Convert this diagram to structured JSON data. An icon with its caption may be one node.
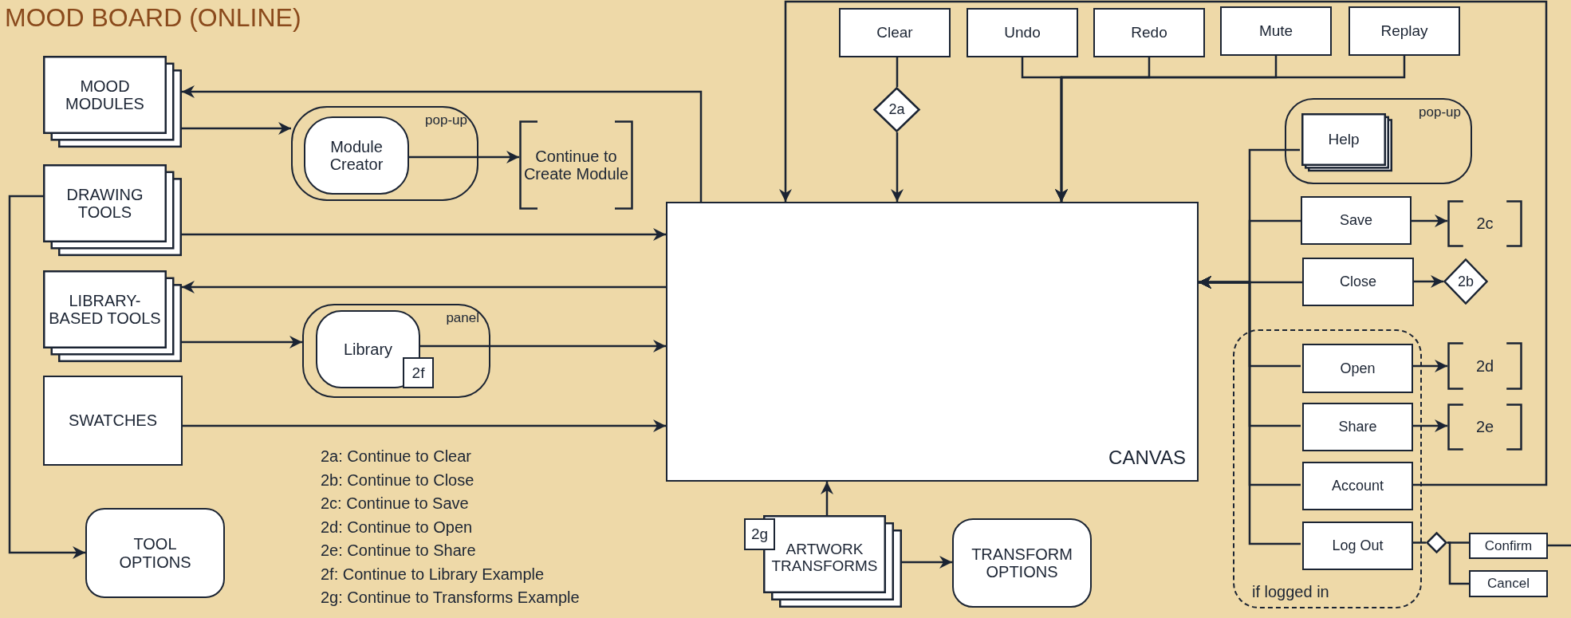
{
  "diagram": {
    "title": "MOOD BOARD (ONLINE)",
    "nodes": [
      {
        "text": [
          "MOOD MODULES"
        ]
      },
      {
        "text": [
          "DRAWING TOOLS"
        ]
      },
      {
        "text": [
          "LIBRARY-BASED TOOLS"
        ]
      },
      {
        "text": [
          "SWATCHES"
        ]
      },
      {
        "text": [
          "TOOL OPTIONS"
        ]
      },
      {
        "text": [
          "pop-up"
        ]
      },
      {
        "text": [
          "Module Creator"
        ],
        "in": 5
      },
      {
        "text": [
          "Continue to Create Module"
        ]
      },
      {
        "text": [
          "panel"
        ]
      },
      {
        "text": [
          "Library"
        ],
        "in": 8
      },
      {
        "text": [
          "2f"
        ],
        "in": 8
      },
      {
        "text": [
          "CANVAS"
        ]
      },
      {
        "text": [
          "Clear"
        ]
      },
      {
        "text": [
          "2a"
        ]
      },
      {
        "text": [
          "Undo"
        ]
      },
      {
        "text": [
          "Redo"
        ]
      },
      {
        "text": [
          "Mute"
        ]
      },
      {
        "text": [
          "Replay"
        ]
      },
      {
        "text": [
          "pop-up"
        ]
      },
      {
        "text": [
          "Help"
        ],
        "in": 18
      },
      {
        "text": [
          "Save"
        ]
      },
      {
        "text": [
          "2c"
        ]
      },
      {
        "text": [
          "Close"
        ]
      },
      {
        "text": [
          "2b"
        ]
      },
      {
        "text": [
          "if logged in"
        ]
      },
      {
        "text": [
          "Open"
        ],
        "in": 24
      },
      {
        "text": [
          "2d"
        ]
      },
      {
        "text": [
          "Share"
        ],
        "in": 24
      },
      {
        "text": [
          "2e"
        ]
      },
      {
        "text": [
          "Account"
        ],
        "in": 24
      },
      {
        "text": [
          "Log Out"
        ],
        "in": 24
      },
      {
        "text": [],
        "shape": "diamond"
      },
      {
        "text": [
          "Confirm"
        ]
      },
      {
        "text": [
          "Cancel"
        ]
      },
      {
        "text": [
          "ARTWORK TRANSFORMS"
        ]
      },
      {
        "text": [
          "2g"
        ]
      },
      {
        "text": [
          "TRANSFORM OPTIONS"
        ]
      }
    ],
    "edges": [
      {
        "from": 11,
        "to": 0,
        "arrow": "to"
      },
      {
        "from": 0,
        "to": 5,
        "arrow": "to"
      },
      {
        "from": 6,
        "to": 7,
        "arrow": "to"
      },
      {
        "from": 1,
        "to": 11,
        "arrow": "to"
      },
      {
        "from": 11,
        "to": 2,
        "arrow": "to"
      },
      {
        "from": 2,
        "to": 8,
        "arrow": "to"
      },
      {
        "from": 9,
        "to": 11,
        "arrow": "to"
      },
      {
        "from": 3,
        "to": 11,
        "arrow": "to"
      },
      {
        "from": 1,
        "to": 4,
        "arrow": "to"
      },
      {
        "from": 12,
        "to": 13,
        "arrow": "none"
      },
      {
        "from": 13,
        "to": 11,
        "arrow": "to"
      },
      {
        "from": 14,
        "to": 11,
        "arrow": "to"
      },
      {
        "from": 15,
        "to": 11,
        "arrow": "to"
      },
      {
        "from": 16,
        "to": 11,
        "arrow": "to"
      },
      {
        "from": 17,
        "to": 11,
        "arrow": "to"
      },
      {
        "from": 19,
        "to": 11,
        "arrow": "to"
      },
      {
        "from": 20,
        "to": 11,
        "arrow": "to"
      },
      {
        "from": 22,
        "to": 11,
        "arrow": "to"
      },
      {
        "from": 25,
        "to": 11,
        "arrow": "to"
      },
      {
        "from": 27,
        "to": 11,
        "arrow": "to"
      },
      {
        "from": 29,
        "to": 11,
        "arrow": "to"
      },
      {
        "from": 30,
        "to": 11,
        "arrow": "to"
      },
      {
        "from": 29,
        "to": 11,
        "arrow": "to"
      },
      {
        "from": 20,
        "to": 21,
        "arrow": "to"
      },
      {
        "from": 22,
        "to": 23,
        "arrow": "to"
      },
      {
        "from": 25,
        "to": 26,
        "arrow": "to"
      },
      {
        "from": 27,
        "to": 28,
        "arrow": "to"
      },
      {
        "from": 30,
        "to": 31,
        "arrow": "none"
      },
      {
        "from": 31,
        "to": 32,
        "arrow": "none"
      },
      {
        "from": 31,
        "to": 33,
        "arrow": "none"
      },
      {
        "from": 32,
        "to": null,
        "arrow": "none"
      },
      {
        "from": 34,
        "to": 11,
        "arrow": "to"
      },
      {
        "from": 34,
        "to": 36,
        "arrow": "to"
      }
    ],
    "labels": [
      "2a: Continue to Clear",
      "2b: Continue to Close",
      "2c: Continue to Save",
      "2d: Continue to Open",
      "2e: Continue to Share",
      "2f: Continue to Library Example",
      "2g: Continue to Transforms Example"
    ]
  }
}
